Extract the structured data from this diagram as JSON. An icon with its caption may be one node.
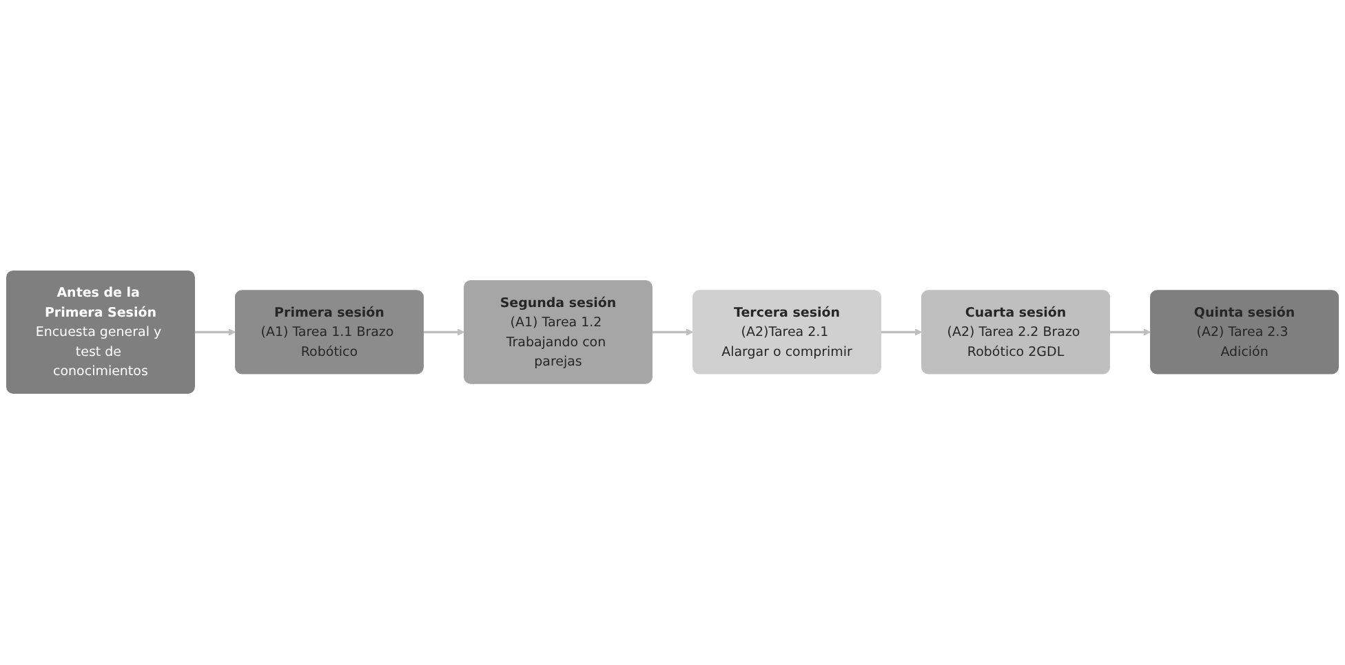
{
  "diagram": {
    "nodes": [
      {
        "text": [
          "Antes de la Primera Sesión",
          "Encuesta general y test de conocimientos"
        ]
      },
      {
        "text": [
          "Primera sesión",
          "(A1) Tarea 1.1 Brazo Robótico"
        ]
      },
      {
        "text": [
          "Segunda sesión",
          "(A1) Tarea 1.2 Trabajando con parejas"
        ]
      },
      {
        "text": [
          "Tercera sesión",
          "(A2)Tarea 2.1 Alargar o comprimir"
        ]
      },
      {
        "text": [
          "Cuarta sesión",
          "(A2) Tarea 2.2 Brazo Robótico 2GDL"
        ]
      },
      {
        "text": [
          "Quinta sesión",
          "(A2) Tarea 2.3 Adición"
        ]
      }
    ],
    "edges": [
      {
        "from": 0,
        "to": 1,
        "arrow": "to"
      },
      {
        "from": 1,
        "to": 2,
        "arrow": "to"
      },
      {
        "from": 2,
        "to": 3,
        "arrow": "to"
      },
      {
        "from": 3,
        "to": 4,
        "arrow": "to"
      },
      {
        "from": 4,
        "to": 5,
        "arrow": "to"
      }
    ]
  }
}
